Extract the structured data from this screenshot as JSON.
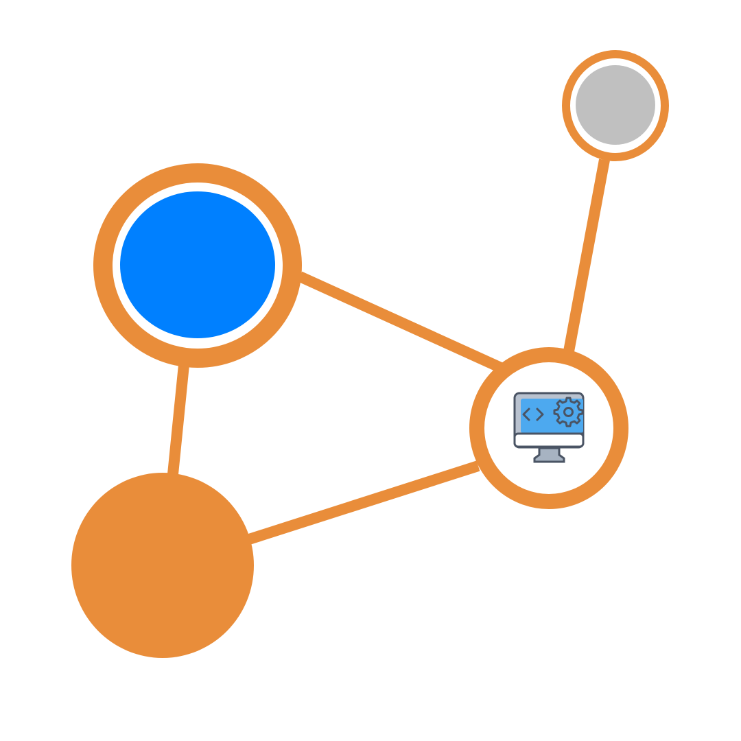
{
  "diagram": {
    "type": "network-graph",
    "colors": {
      "edge": "#E98D3A",
      "node_ring": "#E98D3A",
      "node_blue": "#0080FF",
      "node_gray": "#C0C0C0",
      "node_orange": "#E98D3A",
      "node_white": "#FFFFFF",
      "icon_screen": "#4DA9EF",
      "icon_frame": "#4A5464",
      "icon_stand": "#A7B3C2",
      "icon_bezel": "#B9C2CF"
    },
    "nodes": [
      {
        "id": "blue-node",
        "icon": "none",
        "fill": "node_blue"
      },
      {
        "id": "gray-node",
        "icon": "none",
        "fill": "node_gray"
      },
      {
        "id": "orange-node",
        "icon": "none",
        "fill": "node_orange"
      },
      {
        "id": "developer-node",
        "icon": "computer-code-gear-icon",
        "fill": "node_white"
      }
    ],
    "edges": [
      {
        "from": "blue-node",
        "to": "developer-node"
      },
      {
        "from": "blue-node",
        "to": "orange-node"
      },
      {
        "from": "orange-node",
        "to": "developer-node"
      },
      {
        "from": "developer-node",
        "to": "gray-node"
      }
    ]
  }
}
